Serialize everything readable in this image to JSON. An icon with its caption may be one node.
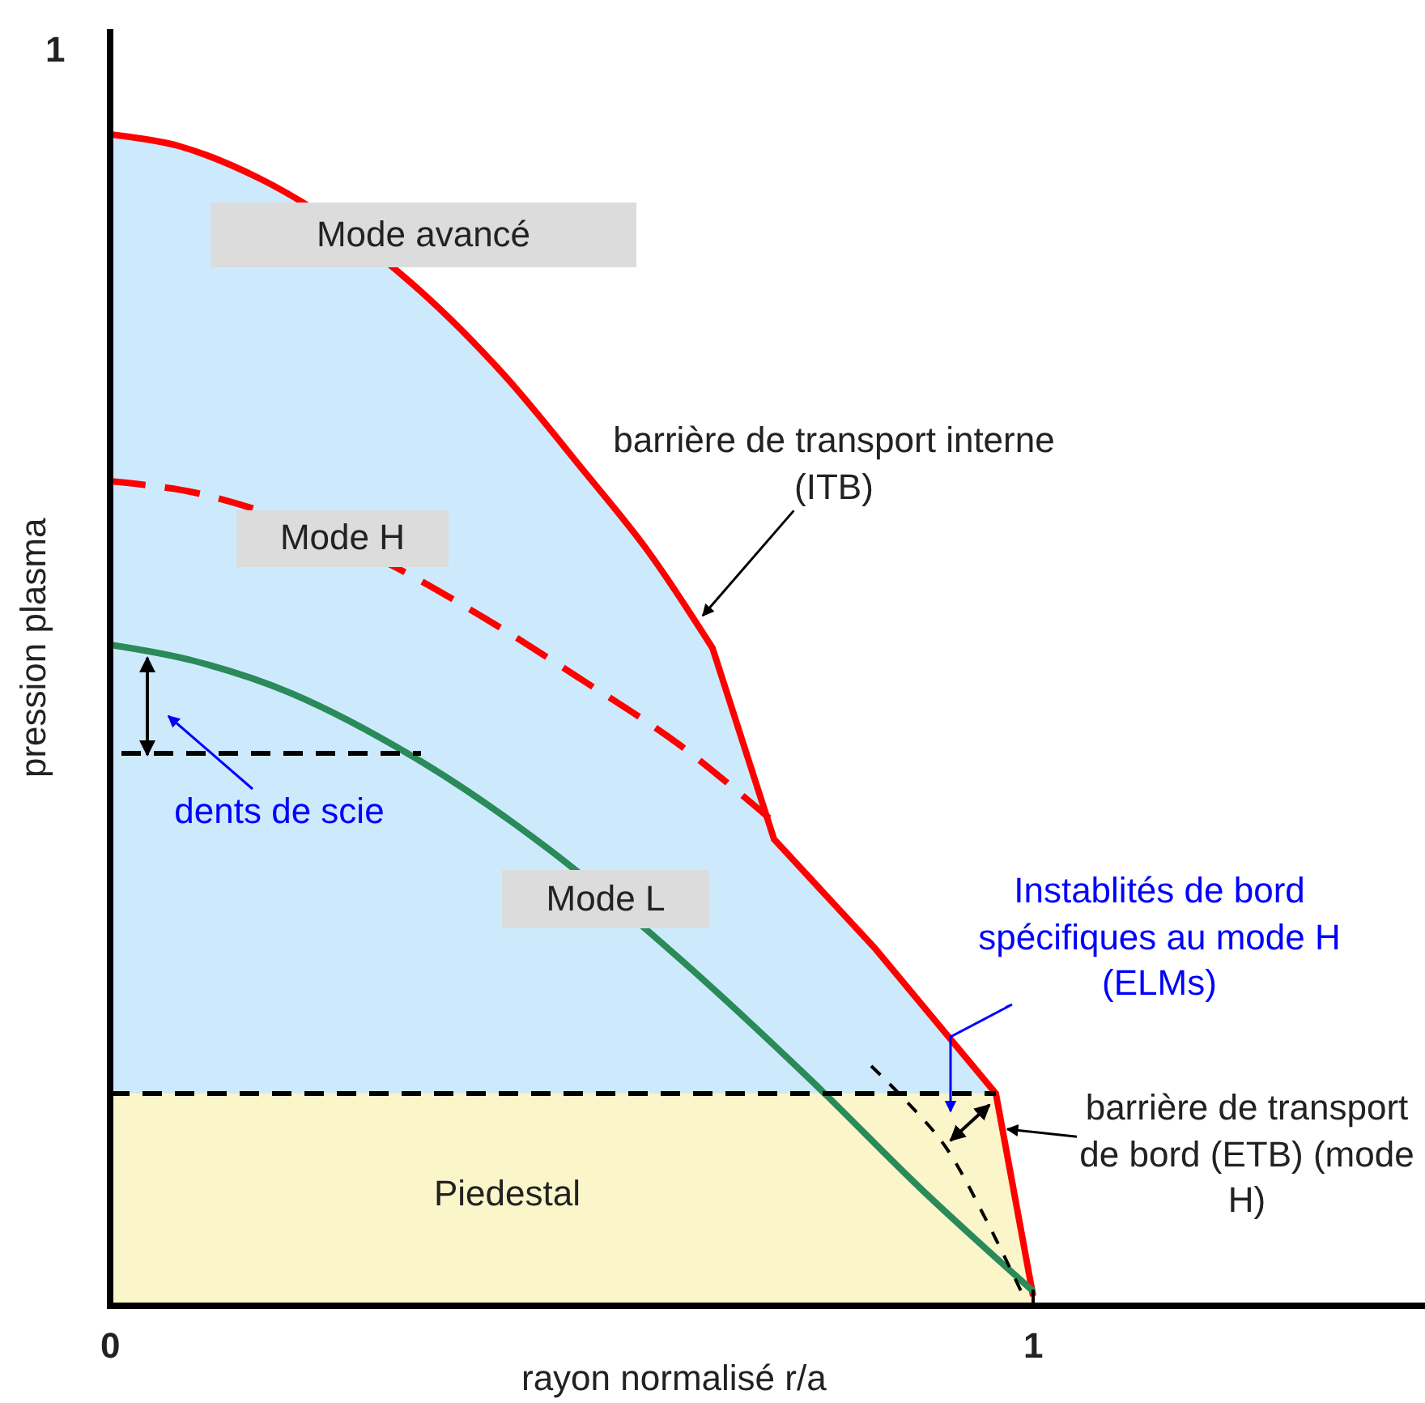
{
  "diagram": {
    "nodes": [
      {
        "text": [
          "Mode avancé"
        ]
      },
      {
        "text": [
          "barrière de transport interne (ITB)"
        ]
      },
      {
        "text": [
          "Mode H"
        ]
      },
      {
        "text": [
          "dents de scie"
        ]
      },
      {
        "text": [
          "Mode L"
        ]
      },
      {
        "text": [
          "Instablités de bord spécifiques au mode H (ELMs)"
        ]
      },
      {
        "text": [
          "barrière de transport de bord (ETB) (mode H)"
        ]
      }
    ],
    "edges": [
      {
        "from": 1,
        "to": null,
        "arrow": "to"
      },
      {
        "from": 3,
        "to": null,
        "arrow": "to",
        "color": "#0000ff"
      },
      {
        "from": 5,
        "to": null,
        "arrow": "to",
        "color": "#0000ff"
      },
      {
        "from": 6,
        "to": null,
        "arrow": "to"
      }
    ],
    "labels": [
      "1",
      "pression plasma",
      "Piedestal",
      "0",
      "1",
      "rayon normalisé r/a"
    ]
  }
}
